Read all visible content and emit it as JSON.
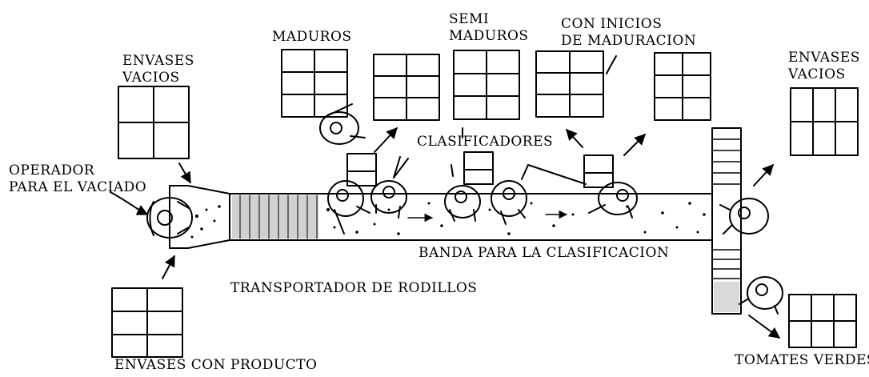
{
  "labels": {
    "envases_vacios_left": "ENVASES\nVACIOS",
    "maduros": "MADUROS",
    "semi_maduros": "SEMI\nMADUROS",
    "con_inicios": "CON INICIOS\nDE MADURACION",
    "envases_vacios_right": "ENVASES\nVACIOS",
    "clasificadores": "CLASIFICADORES",
    "operador": "OPERADOR\nPARA EL VACIADO",
    "banda": "BANDA PARA LA CLASIFICACION",
    "transportador": "TRANSPORTADOR DE RODILLOS",
    "envases_con_producto": "ENVASES CON PRODUCTO",
    "tomates_verdes": "TOMATES VERDES"
  },
  "colors": {
    "ink": "#000000",
    "paper": "#ffffff"
  }
}
